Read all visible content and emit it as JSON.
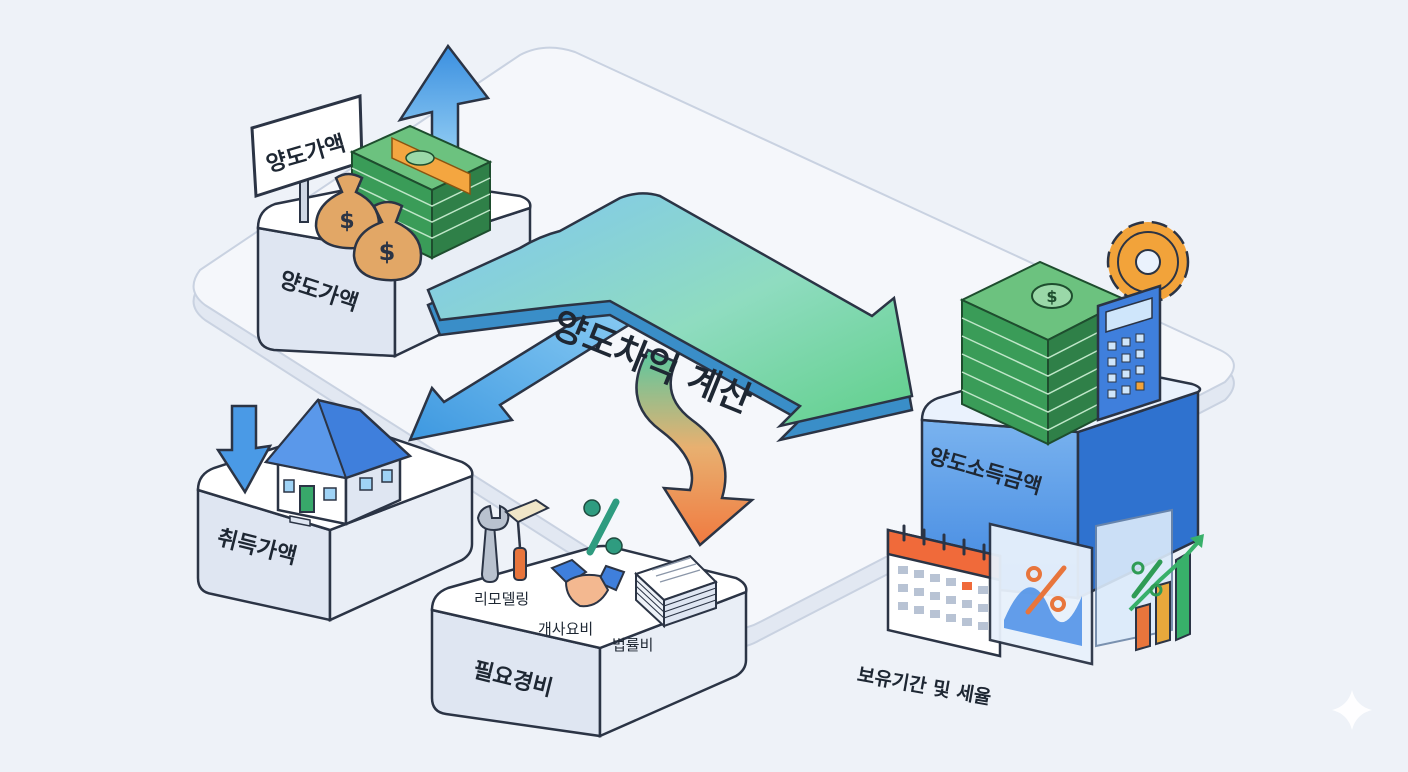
{
  "diagram": {
    "center_label": "양도차익 계산",
    "sale_price": {
      "sign_text": "양도가액",
      "platform_label": "양도가액",
      "icons": [
        "up-arrow-icon",
        "money-bag-icon",
        "cash-stack-icon"
      ]
    },
    "acquisition_price": {
      "platform_label": "취득가액",
      "icons": [
        "down-arrow-icon",
        "house-icon"
      ]
    },
    "necessary_expenses": {
      "platform_label": "필요경비",
      "items": [
        "리모델링",
        "개사요비",
        "법률비"
      ],
      "icons": [
        "wrench-icon",
        "paint-roller-icon",
        "percent-icon",
        "handshake-icon",
        "documents-icon"
      ]
    },
    "capital_gains_income": {
      "platform_label": "양도소득금액",
      "icons": [
        "cash-stack-icon",
        "gear-icon",
        "calculator-icon"
      ]
    },
    "holding_period_tax": {
      "label": "보유기간 및 세율",
      "icons": [
        "calendar-icon",
        "percent-chart-icon",
        "bar-chart-icon"
      ]
    },
    "colors": {
      "platform_top": "#ffffff",
      "platform_side": "#dfe6f2",
      "outline": "#2b3445",
      "arrow_blue": "#4aa3e6",
      "arrow_green": "#5fcf8a",
      "arrow_orange": "#f08a4a",
      "income_blue": "#3f86e0",
      "cash_green": "#2f9c55"
    }
  }
}
